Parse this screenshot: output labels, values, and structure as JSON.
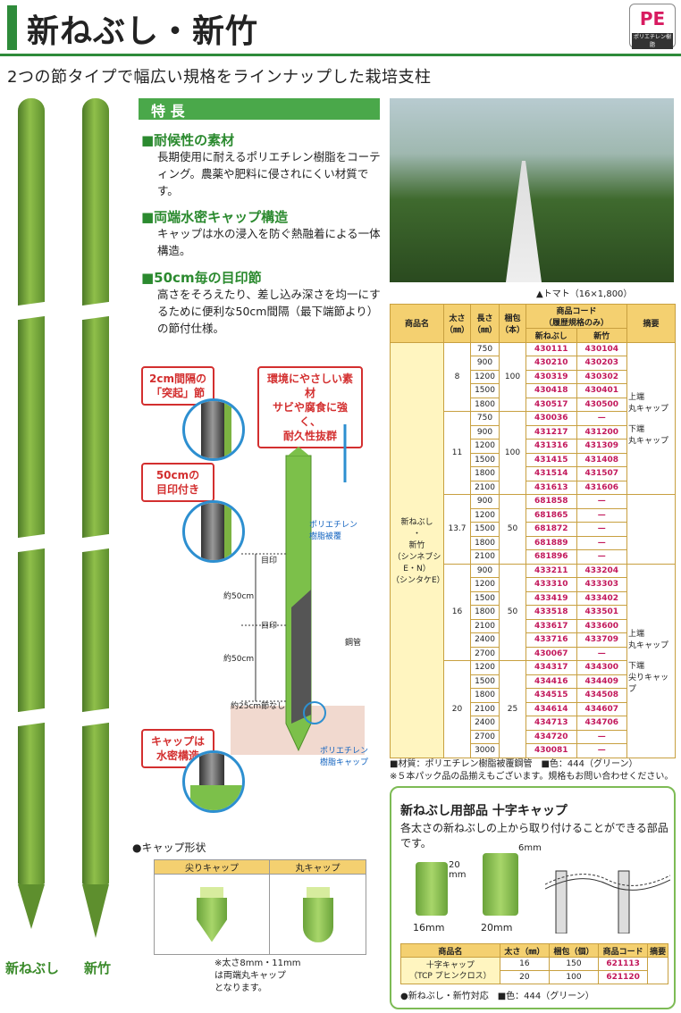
{
  "header": {
    "title": "新ねぶし・新竹",
    "subtitle": "2つの節タイプで幅広い規格をラインナップした栽培支柱",
    "pe_badge": "PE",
    "pe_sub": "ポリエチレン樹脂"
  },
  "features": {
    "heading": "特 長",
    "items": [
      {
        "title": "■耐候性の素材",
        "body": "長期使用に耐えるポリエチレン樹脂をコーティング。農薬や肥料に侵されにくい材質です。"
      },
      {
        "title": "■両端水密キャップ構造",
        "body": "キャップは水の浸入を防ぐ熱融着による一体構造。"
      },
      {
        "title": "■50cm毎の目印節",
        "body": "高さをそろえたり、差し込み深さを均一にするために便利な50cm間隔（最下端節より）の節付仕様。"
      }
    ]
  },
  "callouts": {
    "c1": "2cm間隔の\n「突起」節",
    "c2": "50cmの\n目印付き",
    "c3": "キャップは\n水密構造",
    "c4": "環境にやさしい素材\nサビや腐食に強く、\n耐久性抜群"
  },
  "diagram": {
    "poly": "ポリエチレン\n樹脂被覆",
    "mejirushi1": "目印",
    "mejirushi2": "目印",
    "yaku1": "約50cm",
    "yaku2": "約50cm",
    "yaku3": "約25cm節なし",
    "kokan": "鋼管",
    "capLabel": "ポリエチレン\n樹脂キャップ"
  },
  "stakes": {
    "left": "新ねぶし",
    "right": "新竹"
  },
  "photo_caption": "▲トマト（16×1,800）",
  "spec": {
    "headers": {
      "name": "商品名",
      "dia": "太さ\n（㎜）",
      "len": "長さ\n（㎜）",
      "pack": "梱包\n（本）",
      "code": "商品コード\n（履歴規格のみ）",
      "nebushi": "新ねぶし",
      "shintake": "新竹",
      "note": "摘要"
    },
    "product": "新ねぶし\n・\n新竹\n（シンネブシE・N）\n（シンタケE）",
    "groups": [
      {
        "dia": "8",
        "pack": "100",
        "rows": [
          [
            "750",
            "430111",
            "430104"
          ],
          [
            "900",
            "430210",
            "430203"
          ],
          [
            "1200",
            "430319",
            "430302"
          ],
          [
            "1500",
            "430418",
            "430401"
          ],
          [
            "1800",
            "430517",
            "430500"
          ]
        ]
      },
      {
        "dia": "11",
        "pack": "100",
        "rows": [
          [
            "750",
            "430036",
            "—"
          ],
          [
            "900",
            "431217",
            "431200"
          ],
          [
            "1200",
            "431316",
            "431309"
          ],
          [
            "1500",
            "431415",
            "431408"
          ],
          [
            "1800",
            "431514",
            "431507"
          ],
          [
            "2100",
            "431613",
            "431606"
          ]
        ]
      },
      {
        "dia": "13.7",
        "pack": "50",
        "rows": [
          [
            "900",
            "681858",
            "—"
          ],
          [
            "1200",
            "681865",
            "—"
          ],
          [
            "1500",
            "681872",
            "—"
          ],
          [
            "1800",
            "681889",
            "—"
          ],
          [
            "2100",
            "681896",
            "—"
          ]
        ]
      },
      {
        "dia": "16",
        "pack": "50",
        "rows": [
          [
            "900",
            "433211",
            "433204"
          ],
          [
            "1200",
            "433310",
            "433303"
          ],
          [
            "1500",
            "433419",
            "433402"
          ],
          [
            "1800",
            "433518",
            "433501"
          ],
          [
            "2100",
            "433617",
            "433600"
          ],
          [
            "2400",
            "433716",
            "433709"
          ],
          [
            "2700",
            "430067",
            "—"
          ]
        ]
      },
      {
        "dia": "20",
        "pack": "25",
        "rows": [
          [
            "1200",
            "434317",
            "434300"
          ],
          [
            "1500",
            "434416",
            "434409"
          ],
          [
            "1800",
            "434515",
            "434508"
          ],
          [
            "2100",
            "434614",
            "434607"
          ],
          [
            "2400",
            "434713",
            "434706"
          ],
          [
            "2700",
            "434720",
            "—"
          ],
          [
            "3000",
            "430081",
            "—"
          ]
        ]
      }
    ],
    "notes": {
      "n1": "上端\n丸キャップ\n\n下端\n丸キャップ",
      "n2": "上端\n丸キャップ\n\n下端\n尖りキャップ"
    }
  },
  "spec_notes": [
    "■材質：ポリエチレン樹脂被覆鋼管　■色：444（グリーン）",
    "※５本パック品の品揃えもございます。規格もお問い合わせください。"
  ],
  "cap_shapes": {
    "title": "●キャップ形状",
    "col1": "尖りキャップ",
    "col2": "丸キャップ",
    "note": "※太さ8mm・11mm\nは両端丸キャップ\nとなります。"
  },
  "cross": {
    "title": "新ねぶし用部品 十字キャップ",
    "text": "各太さの新ねぶしの上から取り付けることができる部品です。",
    "dim1": "20\nmm",
    "dim2": "6mm",
    "size1": "16mm",
    "size2": "20mm",
    "headers": [
      "商品名",
      "太さ（㎜）",
      "梱包（個）",
      "商品コード",
      "摘要"
    ],
    "name": "十字キャップ\n（TCP プヒンクロス）",
    "rows": [
      [
        "16",
        "150",
        "621113"
      ],
      [
        "20",
        "100",
        "621120"
      ]
    ],
    "note": "●新ねぶし・新竹対応　■色：444（グリーン）"
  },
  "colors": {
    "accent": "#2e8b3a",
    "code": "#c2185b",
    "callout": "#d32f2f"
  }
}
